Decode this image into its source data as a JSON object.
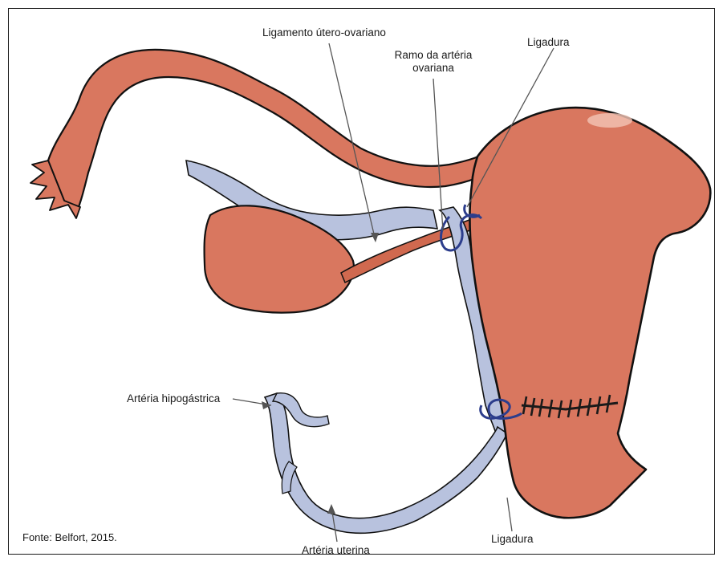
{
  "labels": {
    "ligamento": "Ligamento útero-ovariano",
    "ramo_line1": "Ramo da artéria",
    "ramo_line2": "ovariana",
    "ligadura_top": "Ligadura",
    "hipogastrica": "Artéria hipogástrica",
    "ligadura_bottom": "Ligadura",
    "uterina": "Artéria uterina"
  },
  "caption": "Fonte: Belfort, 2015.",
  "colors": {
    "tissue": "#d9775f",
    "tissue_dark": "#b85a44",
    "vessel": "#b8c2de",
    "suture_blue": "#2c3d8c",
    "suture_black": "#1a1a1a",
    "outline": "#111111"
  }
}
